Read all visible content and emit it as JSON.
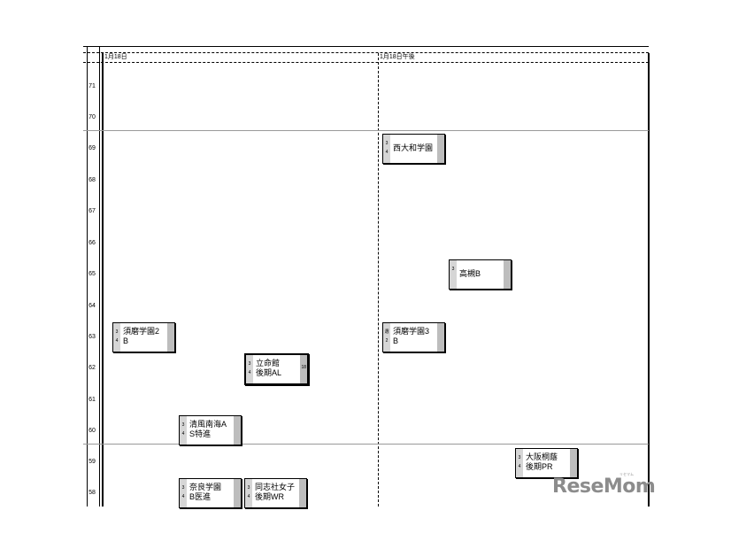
{
  "columns": [
    {
      "label": "1月18日"
    },
    {
      "label": "1月18日午後"
    }
  ],
  "axis": [
    "71",
    "70",
    "69",
    "68",
    "67",
    "66",
    "65",
    "64",
    "63",
    "62",
    "61",
    "60",
    "59",
    "58"
  ],
  "schools": [
    {
      "id": "nishiyamato",
      "lines": [
        "西大和学園"
      ],
      "nums": "3\n4",
      "side": ""
    },
    {
      "id": "takatsuki",
      "lines": [
        "高槻B"
      ],
      "nums": "3",
      "side": ""
    },
    {
      "id": "suma2",
      "lines": [
        "須磨学園2",
        "B"
      ],
      "nums": "3\n4",
      "side": ""
    },
    {
      "id": "suma3",
      "lines": [
        "須磨学園3",
        "B"
      ],
      "nums": "選\n2",
      "side": ""
    },
    {
      "id": "ritsumeikan",
      "lines": [
        "立命館",
        "後期AL"
      ],
      "nums": "3\n4",
      "side": "18"
    },
    {
      "id": "seifu",
      "lines": [
        "清風南海A",
        "S特進"
      ],
      "nums": "3\n4",
      "side": ""
    },
    {
      "id": "osakatoin",
      "lines": [
        "大阪桐蔭",
        "後期PR"
      ],
      "nums": "3\n4",
      "side": ""
    },
    {
      "id": "nara",
      "lines": [
        "奈良学園",
        "B医進"
      ],
      "nums": "3\n4",
      "side": ""
    },
    {
      "id": "doshisha",
      "lines": [
        "同志社女子",
        "後期WR"
      ],
      "nums": "3\n4",
      "side": ""
    }
  ],
  "logo": {
    "text": "ReseMom",
    "sub": "リセマム"
  }
}
